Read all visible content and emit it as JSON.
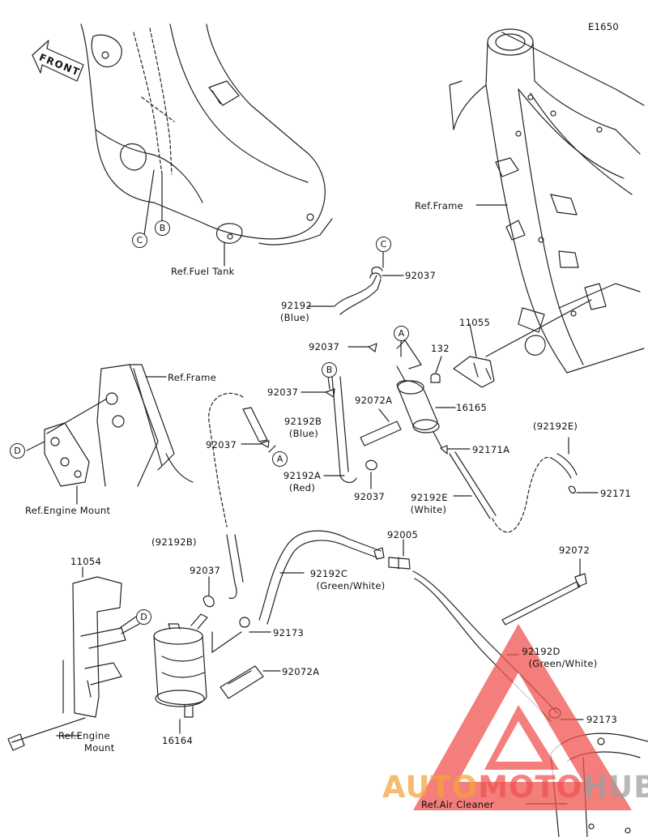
{
  "diagram_code": "E1650",
  "front_label": "FRONT",
  "refs": {
    "fuel_tank": "Ref.Fuel Tank",
    "frame_top": "Ref.Frame",
    "frame_left": "Ref.Frame",
    "engine_mount_left": "Ref.Engine Mount",
    "engine_mount_bottom_1": "Ref.Engine",
    "engine_mount_bottom_2": "Mount",
    "air_cleaner": "Ref.Air Cleaner"
  },
  "callouts": {
    "A": "A",
    "B": "B",
    "C": "C",
    "D": "D"
  },
  "parts": {
    "p92037_top": "92037",
    "p92192_blue_num": "92192",
    "p92192_blue_note": "(Blue)",
    "p92037_mid": "92037",
    "p11055": "11055",
    "p132": "132",
    "p92037_b": "92037",
    "p92072A_top": "92072A",
    "p16165": "16165",
    "p92192B_num": "92192B",
    "p92192B_note": "(Blue)",
    "p92037_left": "92037",
    "p92171A": "92171A",
    "p92192E_paren": "(92192E)",
    "p92192A_num": "92192A",
    "p92192A_note": "(Red)",
    "p92037_low": "92037",
    "p92192E_num": "92192E",
    "p92192E_note": "(White)",
    "p92171": "92171",
    "p92192B_paren": "(92192B)",
    "p92005": "92005",
    "p92192C_num": "92192C",
    "p92192C_note": "(Green/White)",
    "p11054": "11054",
    "p92037_can": "92037",
    "p92072": "92072",
    "p92173_mid": "92173",
    "p92072A_low": "92072A",
    "p92192D_num": "92192D",
    "p92192D_note": "(Green/White)",
    "p92173_low": "92173",
    "p16164": "16164"
  },
  "watermark": {
    "part1": "AUTO",
    "part2": "MOTO",
    "part3": "HUB"
  },
  "colors": {
    "line": "#222222",
    "watermark_red": "#ef5350",
    "watermark_orange": "#f5a23a",
    "watermark_gray": "#9e9e9e"
  }
}
